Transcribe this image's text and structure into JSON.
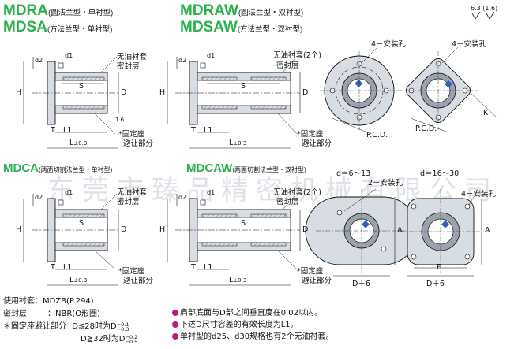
{
  "headings": {
    "mdra": {
      "code": "MDRA",
      "desc": "(圆法兰型・单衬型)"
    },
    "mdsa": {
      "code": "MDSA",
      "desc": "(方法兰型・单衬型)"
    },
    "mdraw": {
      "code": "MDRAW",
      "desc": "(圆法兰型・双衬型)"
    },
    "mdsaw": {
      "code": "MDSAW",
      "desc": "(方法兰型・双衬型)"
    },
    "mdca": {
      "code": "MDCA",
      "desc": "(两面切割法兰型・单衬型)"
    },
    "mdcaw": {
      "code": "MDCAW",
      "desc": "(两面切割法兰型・双衬型)"
    }
  },
  "roughness": {
    "a": "6.3",
    "b": "1.6"
  },
  "labels": {
    "d1": "d1",
    "d2": "d2",
    "S": "S",
    "H": "H",
    "D": "D",
    "T": "T",
    "L1": "L1",
    "L": "L",
    "tol": "±0.3",
    "r16": "1.6",
    "oil_free_liner": "无油衬套",
    "oil_free_liner_2": "无油衬套(2个)",
    "seal_layer": "密封层",
    "fixed_seat": "*固定座",
    "avoid_part": "避让部分",
    "install_4": "4－安装孔",
    "install_2": "2－安装孔",
    "pcd": "P.C.D.",
    "K": "K",
    "A": "A",
    "F": "F",
    "Dplus6": "D＋6",
    "range_small": "d＝6～13",
    "range_large": "d＝16～30"
  },
  "notes": {
    "liner_label": "使用衬套：",
    "liner_value": "MDZB(P.294)",
    "seal_label": "密封层",
    "seal_value": "：NBR(O形圈)",
    "seat_label": "＊固定座避让部分",
    "seat_line1": "D≦28时为D",
    "seat_line1_tol_up": "−0.1",
    "seat_line1_tol_dn": "−0.3",
    "seat_line2": "D≧32时为D",
    "seat_line2_tol_up": "−0.2",
    "seat_line2_tol_dn": "−0.5",
    "right1": "肩部底面与D部之间垂直度在0.02以内。",
    "right2": "下述D尺寸容差的有效长度为L1。",
    "right3": "单衬型的d25、d30规格也有2个无油衬套。"
  },
  "watermark": "东莞市臻品精密机械有限公司",
  "colors": {
    "green": "#2bb24c",
    "magenta": "#c0187f",
    "blue": "#2f5fc9"
  }
}
